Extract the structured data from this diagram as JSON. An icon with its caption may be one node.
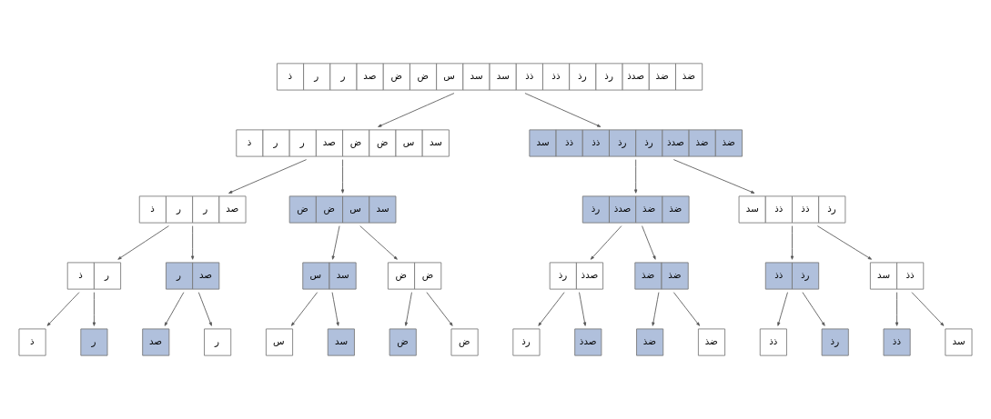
{
  "diagram": {
    "nodes": [
      {
        "text": [
          "ضذ",
          "ضذ",
          "صدذ",
          "رذ",
          "رذ",
          "ذذ",
          "ذذ",
          "سد",
          "سد",
          "س",
          "ض",
          "ض",
          "صد",
          "ر",
          "ر",
          "ذ"
        ]
      },
      {
        "text": [
          "سد",
          "س",
          "ض",
          "ض",
          "صد",
          "ر",
          "ر",
          "ذ"
        ]
      },
      {
        "text": [
          "ضذ",
          "ضذ",
          "صدذ",
          "رذ",
          "رذ",
          "ذذ",
          "ذذ",
          "سد"
        ]
      },
      {
        "text": [
          "صد",
          "ر",
          "ر",
          "ذ"
        ]
      },
      {
        "text": [
          "سد",
          "س",
          "ض",
          "ض"
        ]
      },
      {
        "text": [
          "ضذ",
          "ضذ",
          "صدذ",
          "رذ"
        ]
      },
      {
        "text": [
          "رذ",
          "ذذ",
          "ذذ",
          "سد"
        ]
      },
      {
        "text": [
          "ر",
          "ذ"
        ]
      },
      {
        "text": [
          "صد",
          "ر"
        ]
      },
      {
        "text": [
          "سد",
          "س"
        ]
      },
      {
        "text": [
          "ض",
          "ض"
        ]
      },
      {
        "text": [
          "صدذ",
          "رذ"
        ]
      },
      {
        "text": [
          "ضذ",
          "ضذ"
        ]
      },
      {
        "text": [
          "رذ",
          "ذذ"
        ]
      },
      {
        "text": [
          "ذذ",
          "سد"
        ]
      },
      {
        "text": [
          "ذ"
        ]
      },
      {
        "text": [
          "ر"
        ]
      },
      {
        "text": [
          "صد"
        ]
      },
      {
        "text": [
          "ر"
        ]
      },
      {
        "text": [
          "س"
        ]
      },
      {
        "text": [
          "سد"
        ]
      },
      {
        "text": [
          "ض"
        ]
      },
      {
        "text": [
          "ض"
        ]
      },
      {
        "text": [
          "رذ"
        ]
      },
      {
        "text": [
          "صدذ"
        ]
      },
      {
        "text": [
          "ضذ"
        ]
      },
      {
        "text": [
          "ضذ"
        ]
      },
      {
        "text": [
          "ذذ"
        ]
      },
      {
        "text": [
          "رذ"
        ]
      },
      {
        "text": [
          "ذذ"
        ]
      },
      {
        "text": [
          "سد"
        ]
      }
    ],
    "edges": [
      {
        "from": 0,
        "to": 1,
        "arrow": "to"
      },
      {
        "from": 0,
        "to": 2,
        "arrow": "to"
      },
      {
        "from": 1,
        "to": 3,
        "arrow": "to"
      },
      {
        "from": 1,
        "to": 4,
        "arrow": "to"
      },
      {
        "from": 2,
        "to": 5,
        "arrow": "to"
      },
      {
        "from": 2,
        "to": 6,
        "arrow": "to"
      },
      {
        "from": 3,
        "to": 7,
        "arrow": "to"
      },
      {
        "from": 3,
        "to": 8,
        "arrow": "to"
      },
      {
        "from": 4,
        "to": 9,
        "arrow": "to"
      },
      {
        "from": 4,
        "to": 10,
        "arrow": "to"
      },
      {
        "from": 5,
        "to": 11,
        "arrow": "to"
      },
      {
        "from": 5,
        "to": 12,
        "arrow": "to"
      },
      {
        "from": 6,
        "to": 13,
        "arrow": "to"
      },
      {
        "from": 6,
        "to": 14,
        "arrow": "to"
      },
      {
        "from": 7,
        "to": 15,
        "arrow": "to"
      },
      {
        "from": 7,
        "to": 16,
        "arrow": "to"
      },
      {
        "from": 8,
        "to": 17,
        "arrow": "to"
      },
      {
        "from": 8,
        "to": 18,
        "arrow": "to"
      },
      {
        "from": 9,
        "to": 19,
        "arrow": "to"
      },
      {
        "from": 9,
        "to": 20,
        "arrow": "to"
      },
      {
        "from": 10,
        "to": 21,
        "arrow": "to"
      },
      {
        "from": 10,
        "to": 22,
        "arrow": "to"
      },
      {
        "from": 11,
        "to": 23,
        "arrow": "to"
      },
      {
        "from": 11,
        "to": 24,
        "arrow": "to"
      },
      {
        "from": 12,
        "to": 25,
        "arrow": "to"
      },
      {
        "from": 12,
        "to": 26,
        "arrow": "to"
      },
      {
        "from": 13,
        "to": 27,
        "arrow": "to"
      },
      {
        "from": 13,
        "to": 28,
        "arrow": "to"
      },
      {
        "from": 14,
        "to": 29,
        "arrow": "to"
      },
      {
        "from": 14,
        "to": 30,
        "arrow": "to"
      }
    ]
  }
}
